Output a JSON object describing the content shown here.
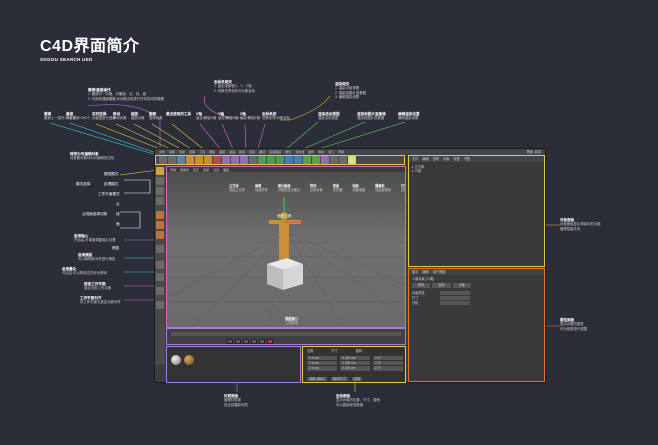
{
  "header": {
    "title": "C4D界面简介",
    "subtitle": "SOGOU SEARCH UED"
  },
  "annotations": {
    "top": [
      {
        "title": "撤销",
        "text": "撤销上一操作\nCtrl+Z"
      },
      {
        "title": "重做",
        "text": "恢复撤销\nCtrl+Y"
      },
      {
        "title": "撤销/重做操作",
        "text": "1. 撤销可一次撤、对撤销、点、线、面\n2. 可用快捷键撤撤,对对撤当前进行任何变动的撤撤"
      },
      {
        "title": "实时选择",
        "text": "对模型进行选择"
      },
      {
        "title": "移动",
        "text": "移动对象"
      },
      {
        "title": "缩放",
        "text": "缩放对象"
      },
      {
        "title": "旋转",
        "text": "旋转对象"
      },
      {
        "title": "最近使用的工具",
        "text": ""
      },
      {
        "title": "坐标系相关",
        "text": "1. 锁定或解锁X、Y、Z轴\n2. 切换世界坐标与对象坐标"
      },
      {
        "title": "X轴",
        "text": "锁定/解锁X轴"
      },
      {
        "title": "Y轴",
        "text": "锁定/解锁Y轴"
      },
      {
        "title": "Z轴",
        "text": "锁定/解锁Z轴"
      },
      {
        "title": "坐标系统",
        "text": "切换世界/对象坐标"
      },
      {
        "title": "渲染相关",
        "text": "1. 渲染当前视图\n2. 渲染到图片查看器\n3. 编辑渲染设置"
      },
      {
        "title": "渲染活动视图",
        "text": "渲染当前视图"
      },
      {
        "title": "渲染到图片查看器",
        "text": "渲染到图片查看器"
      },
      {
        "title": "编辑渲染设置",
        "text": "编辑渲染设置"
      }
    ],
    "left": [
      {
        "title": "转换为可编辑对象",
        "text": "将参数对象转为可编辑多边形"
      },
      {
        "title": "模型模式",
        "text": ""
      },
      {
        "title": "纹理模式",
        "text": ""
      },
      {
        "title": "工作平面模式",
        "text": ""
      },
      {
        "title": "模式选择",
        "text": ""
      },
      {
        "title": "点",
        "text": ""
      },
      {
        "title": "线",
        "text": ""
      },
      {
        "title": "面",
        "text": ""
      },
      {
        "title": "点线面选择切换",
        "text": ""
      },
      {
        "title": "启用轴心",
        "text": "开启后,可单独调整轴心位置"
      },
      {
        "title": "捕捉",
        "text": ""
      },
      {
        "title": "启用捕捉",
        "text": "可以和物体对齐进行捕捉"
      },
      {
        "title": "启用量化",
        "text": "开启后,可以按设定的步长移动"
      },
      {
        "title": "锁定工作平面",
        "text": "锁定当前工作平面"
      },
      {
        "title": "工作平面对齐",
        "text": "将工作平面与选定对象对齐"
      }
    ],
    "viewport_tools": [
      {
        "title": "立方体",
        "text": "创建立方体"
      },
      {
        "title": "画笔",
        "text": "创建样条"
      },
      {
        "title": "细分曲面",
        "text": "对模型进行细分"
      },
      {
        "title": "阵列",
        "text": "复制对象"
      },
      {
        "title": "弯曲",
        "text": "变形器"
      },
      {
        "title": "地面",
        "text": "创建地面"
      },
      {
        "title": "摄像机",
        "text": "创建摄像机"
      },
      {
        "title": "灯光",
        "text": "创建灯光"
      }
    ],
    "center_label": "造型工具",
    "viewport_label": {
      "title": "视图窗口",
      "text": "工作区域"
    },
    "right": [
      {
        "title": "对象面板",
        "text": "对象面板显示场景中的对象\n管理层级关系"
      },
      {
        "title": "属性面板",
        "text": "显示对象的属性\n可对参数进行调整"
      }
    ],
    "bottom": [
      {
        "title": "材质面板",
        "text": "管理材质球\n双击创建新材质"
      },
      {
        "title": "动画时间线",
        "text": ""
      },
      {
        "title": "坐标面板",
        "text": "显示对象的位置、尺寸、旋转\n可以直接修改数值"
      }
    ]
  },
  "app": {
    "menu": [
      "文件",
      "编辑",
      "创建",
      "选择",
      "工具",
      "网格",
      "捕捉",
      "动画",
      "模拟",
      "渲染",
      "雕刻",
      "运动跟踪",
      "角色",
      "流水线",
      "插件",
      "脚本",
      "窗口",
      "帮助"
    ],
    "viewport_menu": [
      "查看",
      "摄像机",
      "显示",
      "选项",
      "过滤",
      "面板"
    ],
    "obj_tabs": [
      "文件",
      "编辑",
      "查看",
      "对象",
      "标签",
      "书签"
    ],
    "obj_items": [
      "立方体",
      "人偶"
    ],
    "attr_tabs": [
      "模式",
      "编辑",
      "用户数据"
    ],
    "attr_title": "人偶对象 [人偶]",
    "attr_subtabs": [
      "基本",
      "坐标",
      "对象"
    ],
    "attr_fields": [
      "对象属性",
      "尺寸",
      "分段"
    ],
    "layout": "界面",
    "layout_value": "启动",
    "coords_headers": [
      "位置",
      "尺寸",
      "旋转"
    ],
    "coords_rows": [
      "X",
      "Y",
      "Z"
    ],
    "coords_values": [
      "0 cm",
      "200 cm",
      "0°"
    ],
    "coords_buttons": [
      "对象 (相对)",
      "绝对尺寸",
      "应用"
    ]
  },
  "colors": {
    "bg": "#2b2d38",
    "cyan": "#3fd0d8",
    "yellow": "#e2c94b",
    "orange": "#e0782e",
    "pink": "#d96bc7",
    "purple": "#a87be0",
    "green": "#5fcf6a"
  }
}
